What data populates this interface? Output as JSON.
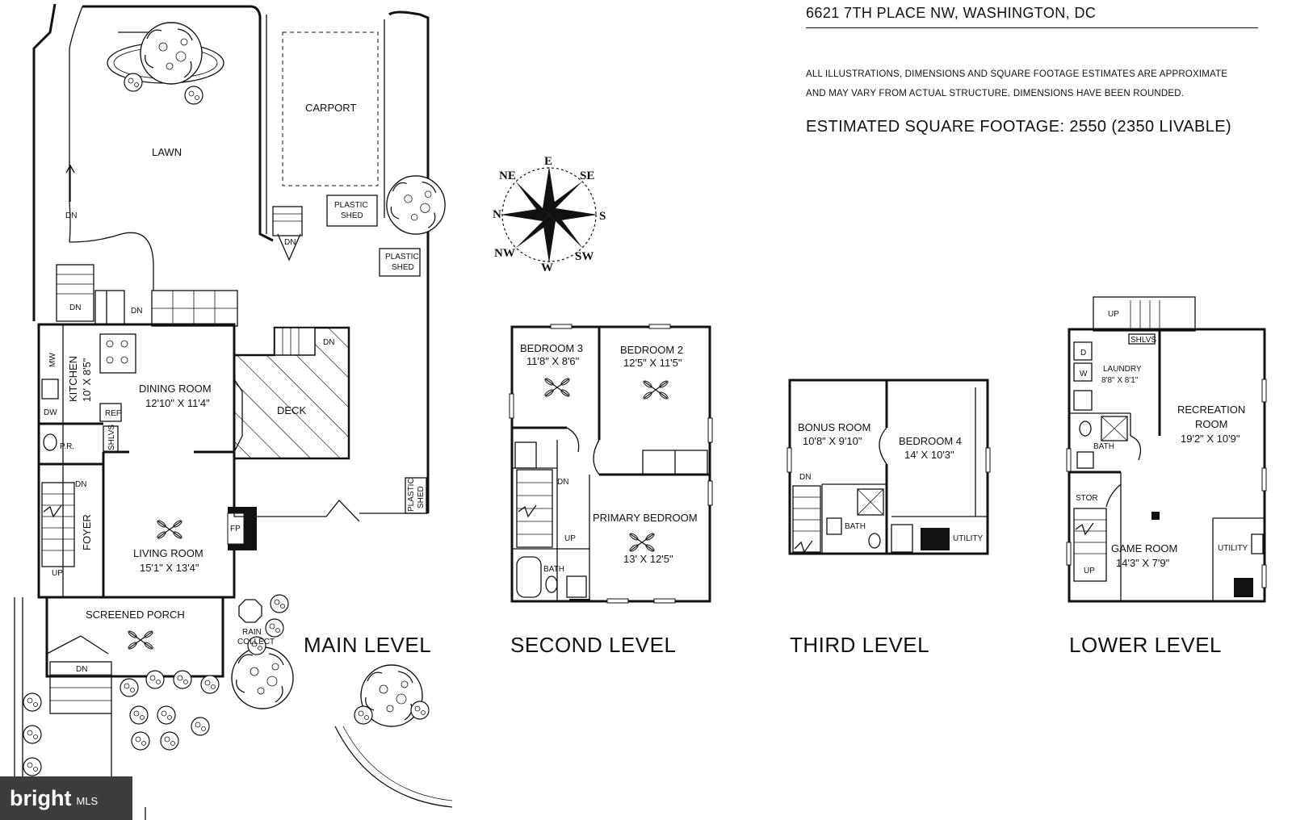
{
  "header": {
    "address": "6621 7TH PLACE NW, WASHINGTON, DC",
    "disclaimer_line1": "ALL ILLUSTRATIONS, DIMENSIONS AND SQUARE FOOTAGE ESTIMATES ARE APPROXIMATE",
    "disclaimer_line2": "AND MAY VARY FROM ACTUAL STRUCTURE. DIMENSIONS HAVE BEEN ROUNDED.",
    "sqft": "ESTIMATED SQUARE FOOTAGE: 2550 (2350 LIVABLE)"
  },
  "compass": {
    "n": "N",
    "ne": "NE",
    "e": "E",
    "se": "SE",
    "s": "S",
    "sw": "SW",
    "w": "W",
    "nw": "NW"
  },
  "levels": {
    "main": "MAIN LEVEL",
    "second": "SECOND LEVEL",
    "third": "THIRD LEVEL",
    "lower": "LOWER LEVEL"
  },
  "main_level": {
    "lawn": "LAWN",
    "carport": "CARPORT",
    "plastic": "PLASTIC",
    "shed": "SHED",
    "deck": "DECK",
    "dining_room": "DINING ROOM",
    "dining_dims": "12'10\" X 11'4\"",
    "kitchen": "KITCHEN",
    "kitchen_dims": "10' X 8'5\"",
    "mw": "MW",
    "dw": "DW",
    "ref": "REF",
    "shlvs": "SHLVS",
    "pr": "P.R.",
    "foyer": "FOYER",
    "living_room": "LIVING ROOM",
    "living_dims": "15'1\" X 13'4\"",
    "fp": "FP",
    "screened_porch": "SCREENED PORCH",
    "rain": "RAIN",
    "collect": "COLLECT",
    "dn": "DN",
    "up": "UP"
  },
  "second_level": {
    "bedroom3": "BEDROOM 3",
    "bedroom3_dims": "11'8\" X 8'6\"",
    "bedroom2": "BEDROOM 2",
    "bedroom2_dims": "12'5\" X 11'5\"",
    "primary": "PRIMARY BEDROOM",
    "primary_dims": "13' X 12'5\"",
    "bath": "BATH",
    "dn": "DN",
    "up": "UP"
  },
  "third_level": {
    "bonus": "BONUS ROOM",
    "bonus_dims": "10'8\" X 9'10\"",
    "bedroom4": "BEDROOM 4",
    "bedroom4_dims": "14' X 10'3\"",
    "bath": "BATH",
    "utility": "UTILITY",
    "dn": "DN"
  },
  "lower_level": {
    "laundry": "LAUNDRY",
    "laundry_dims": "8'8\" X 8'1\"",
    "d": "D",
    "w": "W",
    "shlvs": "SHLVS",
    "recreation": "RECREATION",
    "room": "ROOM",
    "recreation_dims": "19'2\" X 10'9\"",
    "bath": "BATH",
    "stor": "STOR",
    "game_room": "GAME ROOM",
    "game_dims": "14'3\" X 7'9\"",
    "utility": "UTILITY",
    "up": "UP"
  },
  "badge": {
    "brand": "bright",
    "sub": "MLS"
  }
}
